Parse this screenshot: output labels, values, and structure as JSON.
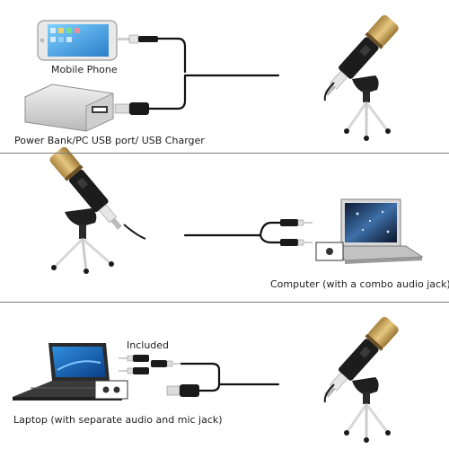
{
  "labels": {
    "mobile_phone": "Mobile Phone",
    "power_bank": "Power Bank/PC USB port/ USB Charger",
    "computer": "Computer (with a combo audio jack)",
    "included": "Included",
    "laptop": "Laptop (with separate audio and mic jack)"
  },
  "colors": {
    "cable": "#111111",
    "mic_head": "#c9a35a",
    "mic_body": "#1c1c1c",
    "divider": "#7d7d7d",
    "phone_screen": "#4ab0e6",
    "laptop_screen": "#1f6bb5",
    "computer_screen": "#1a2a4a"
  },
  "icons": [
    "smartphone-icon",
    "power-bank-icon",
    "usb-plug-icon",
    "audio-jack-icon",
    "microphone-icon",
    "tripod-icon",
    "computer-icon",
    "laptop-icon"
  ]
}
